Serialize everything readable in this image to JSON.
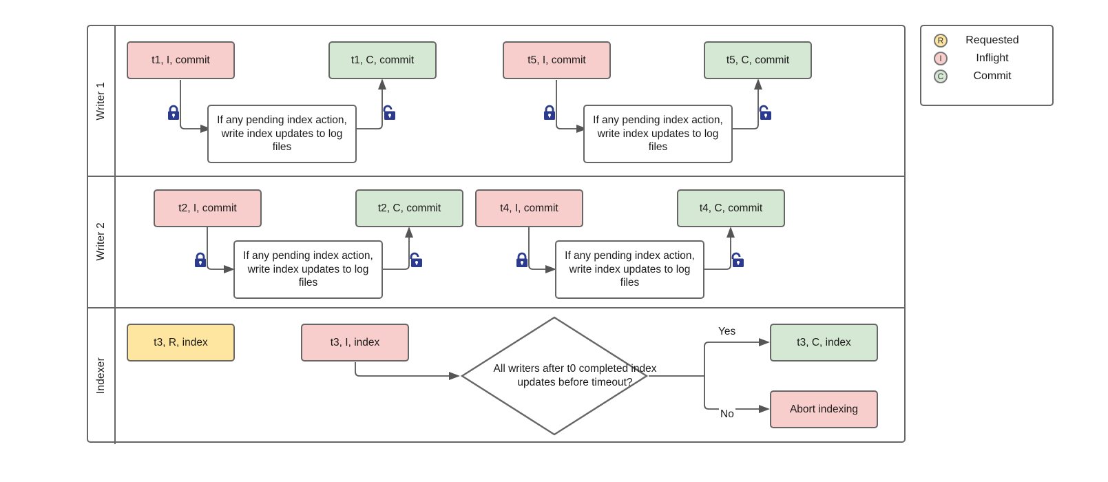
{
  "diagram": {
    "title": "Writer / Indexer lock-coordination swimlane",
    "colors": {
      "inflight_red": "#f8cecc",
      "commit_green": "#d5e8d4",
      "requested_yellow": "#ffe6a0",
      "node_border": "#666666",
      "connector": "#555555",
      "lock_navy": "#2b3a8c"
    }
  },
  "lanes": [
    {
      "label": "Writer 1"
    },
    {
      "label": "Writer 2"
    },
    {
      "label": "Indexer"
    }
  ],
  "writer1": {
    "nodes": [
      {
        "label": "t1, I, commit",
        "state": "inflight"
      },
      {
        "label": "t1, C, commit",
        "state": "commit"
      },
      {
        "label": "t5, I, commit",
        "state": "inflight"
      },
      {
        "label": "t5, C, commit",
        "state": "commit"
      }
    ],
    "process_left": "If any pending index action, write index updates to log files",
    "process_right": "If any pending index action, write index updates to log files",
    "locks": [
      "locked",
      "unlocked",
      "locked",
      "unlocked"
    ]
  },
  "writer2": {
    "nodes": [
      {
        "label": "t2, I, commit",
        "state": "inflight"
      },
      {
        "label": "t2, C, commit",
        "state": "commit"
      },
      {
        "label": "t4, I, commit",
        "state": "inflight"
      },
      {
        "label": "t4, C, commit",
        "state": "commit"
      }
    ],
    "process_left": "If any pending index action, write index updates to log files",
    "process_right": "If any pending index action, write index updates to log files",
    "locks": [
      "locked",
      "unlocked",
      "locked",
      "unlocked"
    ]
  },
  "indexer": {
    "requested": {
      "label": "t3, R, index",
      "state": "requested"
    },
    "inflight": {
      "label": "t3, I, index",
      "state": "inflight"
    },
    "decision": "All writers after t0 completed index updates before timeout?",
    "yes_label": "Yes",
    "no_label": "No",
    "yes_target": {
      "label": "t3, C, index",
      "state": "commit"
    },
    "no_target": {
      "label": "Abort indexing",
      "state": "inflight"
    }
  },
  "legend": {
    "items": [
      {
        "glyph": "R",
        "label": "Requested",
        "color": "#ffe6a0"
      },
      {
        "glyph": "I",
        "label": "Inflight",
        "color": "#f8cecc"
      },
      {
        "glyph": "C",
        "label": "Commit",
        "color": "#d5e8d4"
      }
    ]
  }
}
